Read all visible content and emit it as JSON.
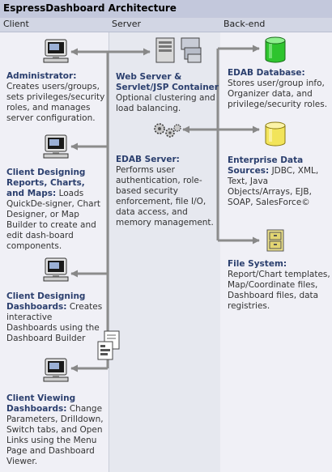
{
  "title": "EspressDashboard Architecture",
  "columns": {
    "client": "Client",
    "server": "Server",
    "backend": "Back-end"
  },
  "client": {
    "administrator": {
      "heading": "Administrator:",
      "body": "Creates users/groups, sets privileges/security roles, and manages server configuration."
    },
    "designing_reports": {
      "heading": "Client Designing Reports, Charts, and Maps:",
      "body": "Loads QuickDe-signer, Chart Designer, or Map Builder to create and edit dash-board components."
    },
    "designing_dashboards": {
      "heading": "Client Designing Dashboards:",
      "body": "Creates interactive Dashboards using the Dashboard Builder"
    },
    "viewing_dashboards": {
      "heading": "Client Viewing Dashboards:",
      "body": "Change Parameters, Drilldown, Switch tabs, and Open Links using the Menu Page and Dashboard Viewer."
    }
  },
  "server": {
    "web_server": {
      "heading": "Web Server & Servlet/JSP Container",
      "body": "Optional clustering and load balancing."
    },
    "edab_server": {
      "heading": "EDAB Server:",
      "body": "Performs user authentication, role-based security enforcement, file I/O, data access, and memory management."
    }
  },
  "backend": {
    "edab_database": {
      "heading": "EDAB Database:",
      "body": "Stores user/group info, Organizer data, and privilege/security roles."
    },
    "enterprise_sources": {
      "heading": "Enterprise Data Sources:",
      "body": "JDBC, XML, Text, Java Objects/Arrays, EJB, SOAP, SalesForce©"
    },
    "file_system": {
      "heading": "File System:",
      "body": "Report/Chart templates, Map/Coordinate files, Dashboard files, data registries."
    }
  },
  "colors": {
    "title_bar": "#c3c8dc",
    "heading_text": "#2b3f6e",
    "connector": "#808080",
    "db_green": "#2ec42e",
    "db_yellow": "#f2e45a"
  },
  "icons": {
    "client": "computer-monitor-icon",
    "web_server": "server-tower-icon",
    "edab_server": "gears-icon",
    "database": "database-cylinder-icon",
    "file_system": "file-cabinet-icon",
    "documents": "document-stack-icon"
  }
}
